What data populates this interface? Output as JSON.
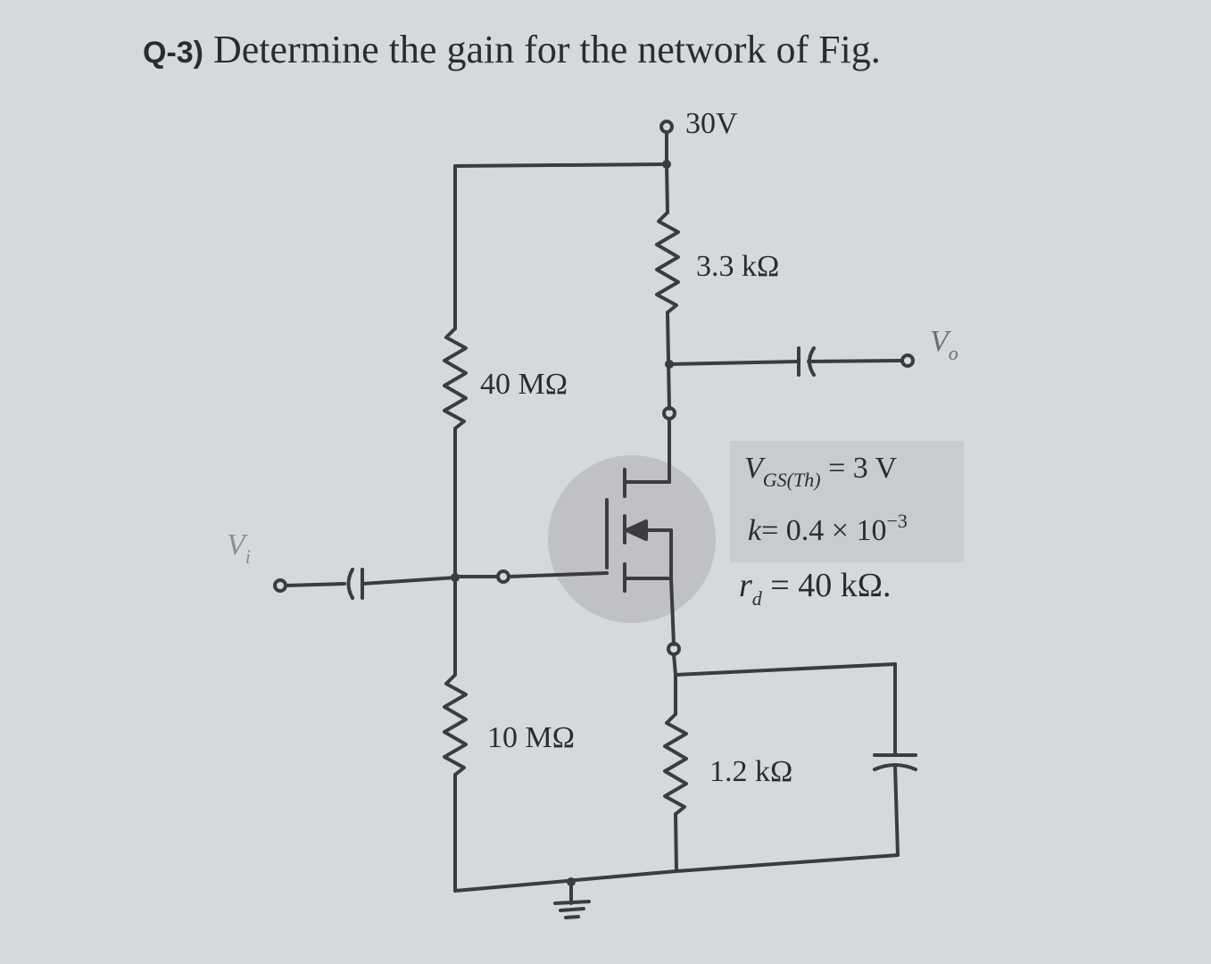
{
  "question": {
    "number": "Q-3)",
    "text": "Determine the gain for the network of Fig."
  },
  "circuit": {
    "supply": "30V",
    "r_drain": "3.3 kΩ",
    "r_gate_top": "40 MΩ",
    "r_gate_bottom": "10 MΩ",
    "r_source": "1.2 kΩ",
    "input_label": "V",
    "input_sub": "i",
    "output_label": "V",
    "output_sub": "o"
  },
  "specs": {
    "vgs_th": {
      "symbol": "V",
      "sub": "GS(Th)",
      "value": "= 3 V"
    },
    "k": {
      "symbol": "k",
      "value": "= 0.4 × 10",
      "exp": "−3"
    },
    "rd": {
      "symbol": "r",
      "sub": "d",
      "value": "= 40 kΩ."
    }
  },
  "colors": {
    "background": "#d6d9dc",
    "wire": "#3a3c40",
    "transistor_highlight": "#bfc1c4"
  }
}
